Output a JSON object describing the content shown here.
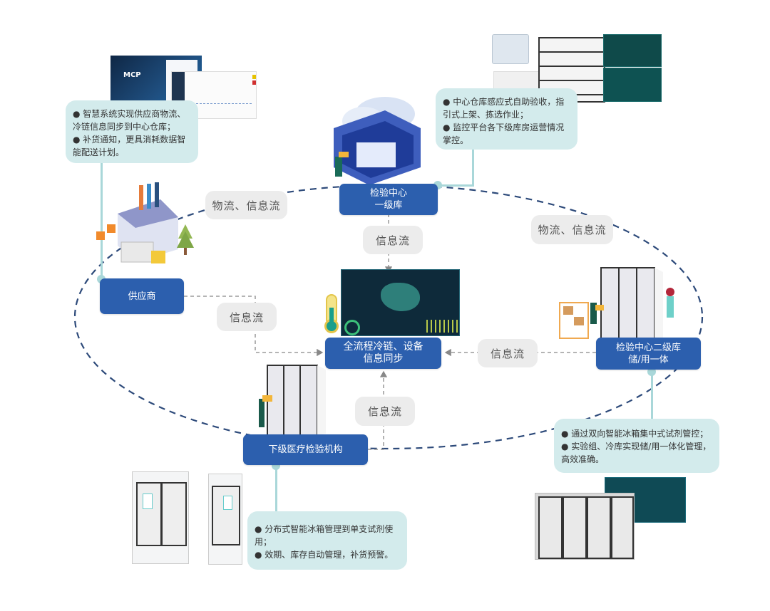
{
  "diagram": {
    "nodes": {
      "central_warehouse": {
        "line1": "检验中心",
        "line2": "一级库"
      },
      "supplier": {
        "label": "供应商"
      },
      "sync_hub": {
        "line1": "全流程冷链、设备",
        "line2": "信息同步"
      },
      "secondary_warehouse": {
        "line1": "检验中心二级库",
        "line2": "储/用一体"
      },
      "lower_institution": {
        "label": "下级医疗检验机构"
      }
    },
    "flow_labels": {
      "supplier_to_central": "物流、信息流",
      "central_to_secondary": "物流、信息流",
      "central_to_hub": "信息流",
      "supplier_to_hub": "信息流",
      "secondary_to_hub": "信息流",
      "lower_to_hub": "信息流"
    },
    "notes": {
      "supplier": [
        "● 智慧系统实现供应商物流、冷链信息同步到中心仓库；",
        "● 补货通知，更具消耗数据智能配送计划。"
      ],
      "central_warehouse": [
        "● 中心仓库感应式自助验收，指引式上架、拣选作业；",
        "● 监控平台各下级库房运营情况掌控。"
      ],
      "secondary_warehouse": [
        "● 通过双向智能冰箱集中式试剂管控；",
        "● 实验组、冷库实现储/用一体化管理，高效准确。"
      ],
      "lower_institution": [
        "● 分布式智能冰箱管理到单支试剂使用；",
        "● 效期、库存自动管理，补货预警。"
      ]
    },
    "screens": {
      "supplier_login_brand": "MCP"
    }
  },
  "colors": {
    "node_blue": "#2c5fae",
    "note_teal": "#d3ebec",
    "connector_teal": "#a9d7d9",
    "ring_dash": "#2d4a7a",
    "flow_chip": "#ececec"
  }
}
